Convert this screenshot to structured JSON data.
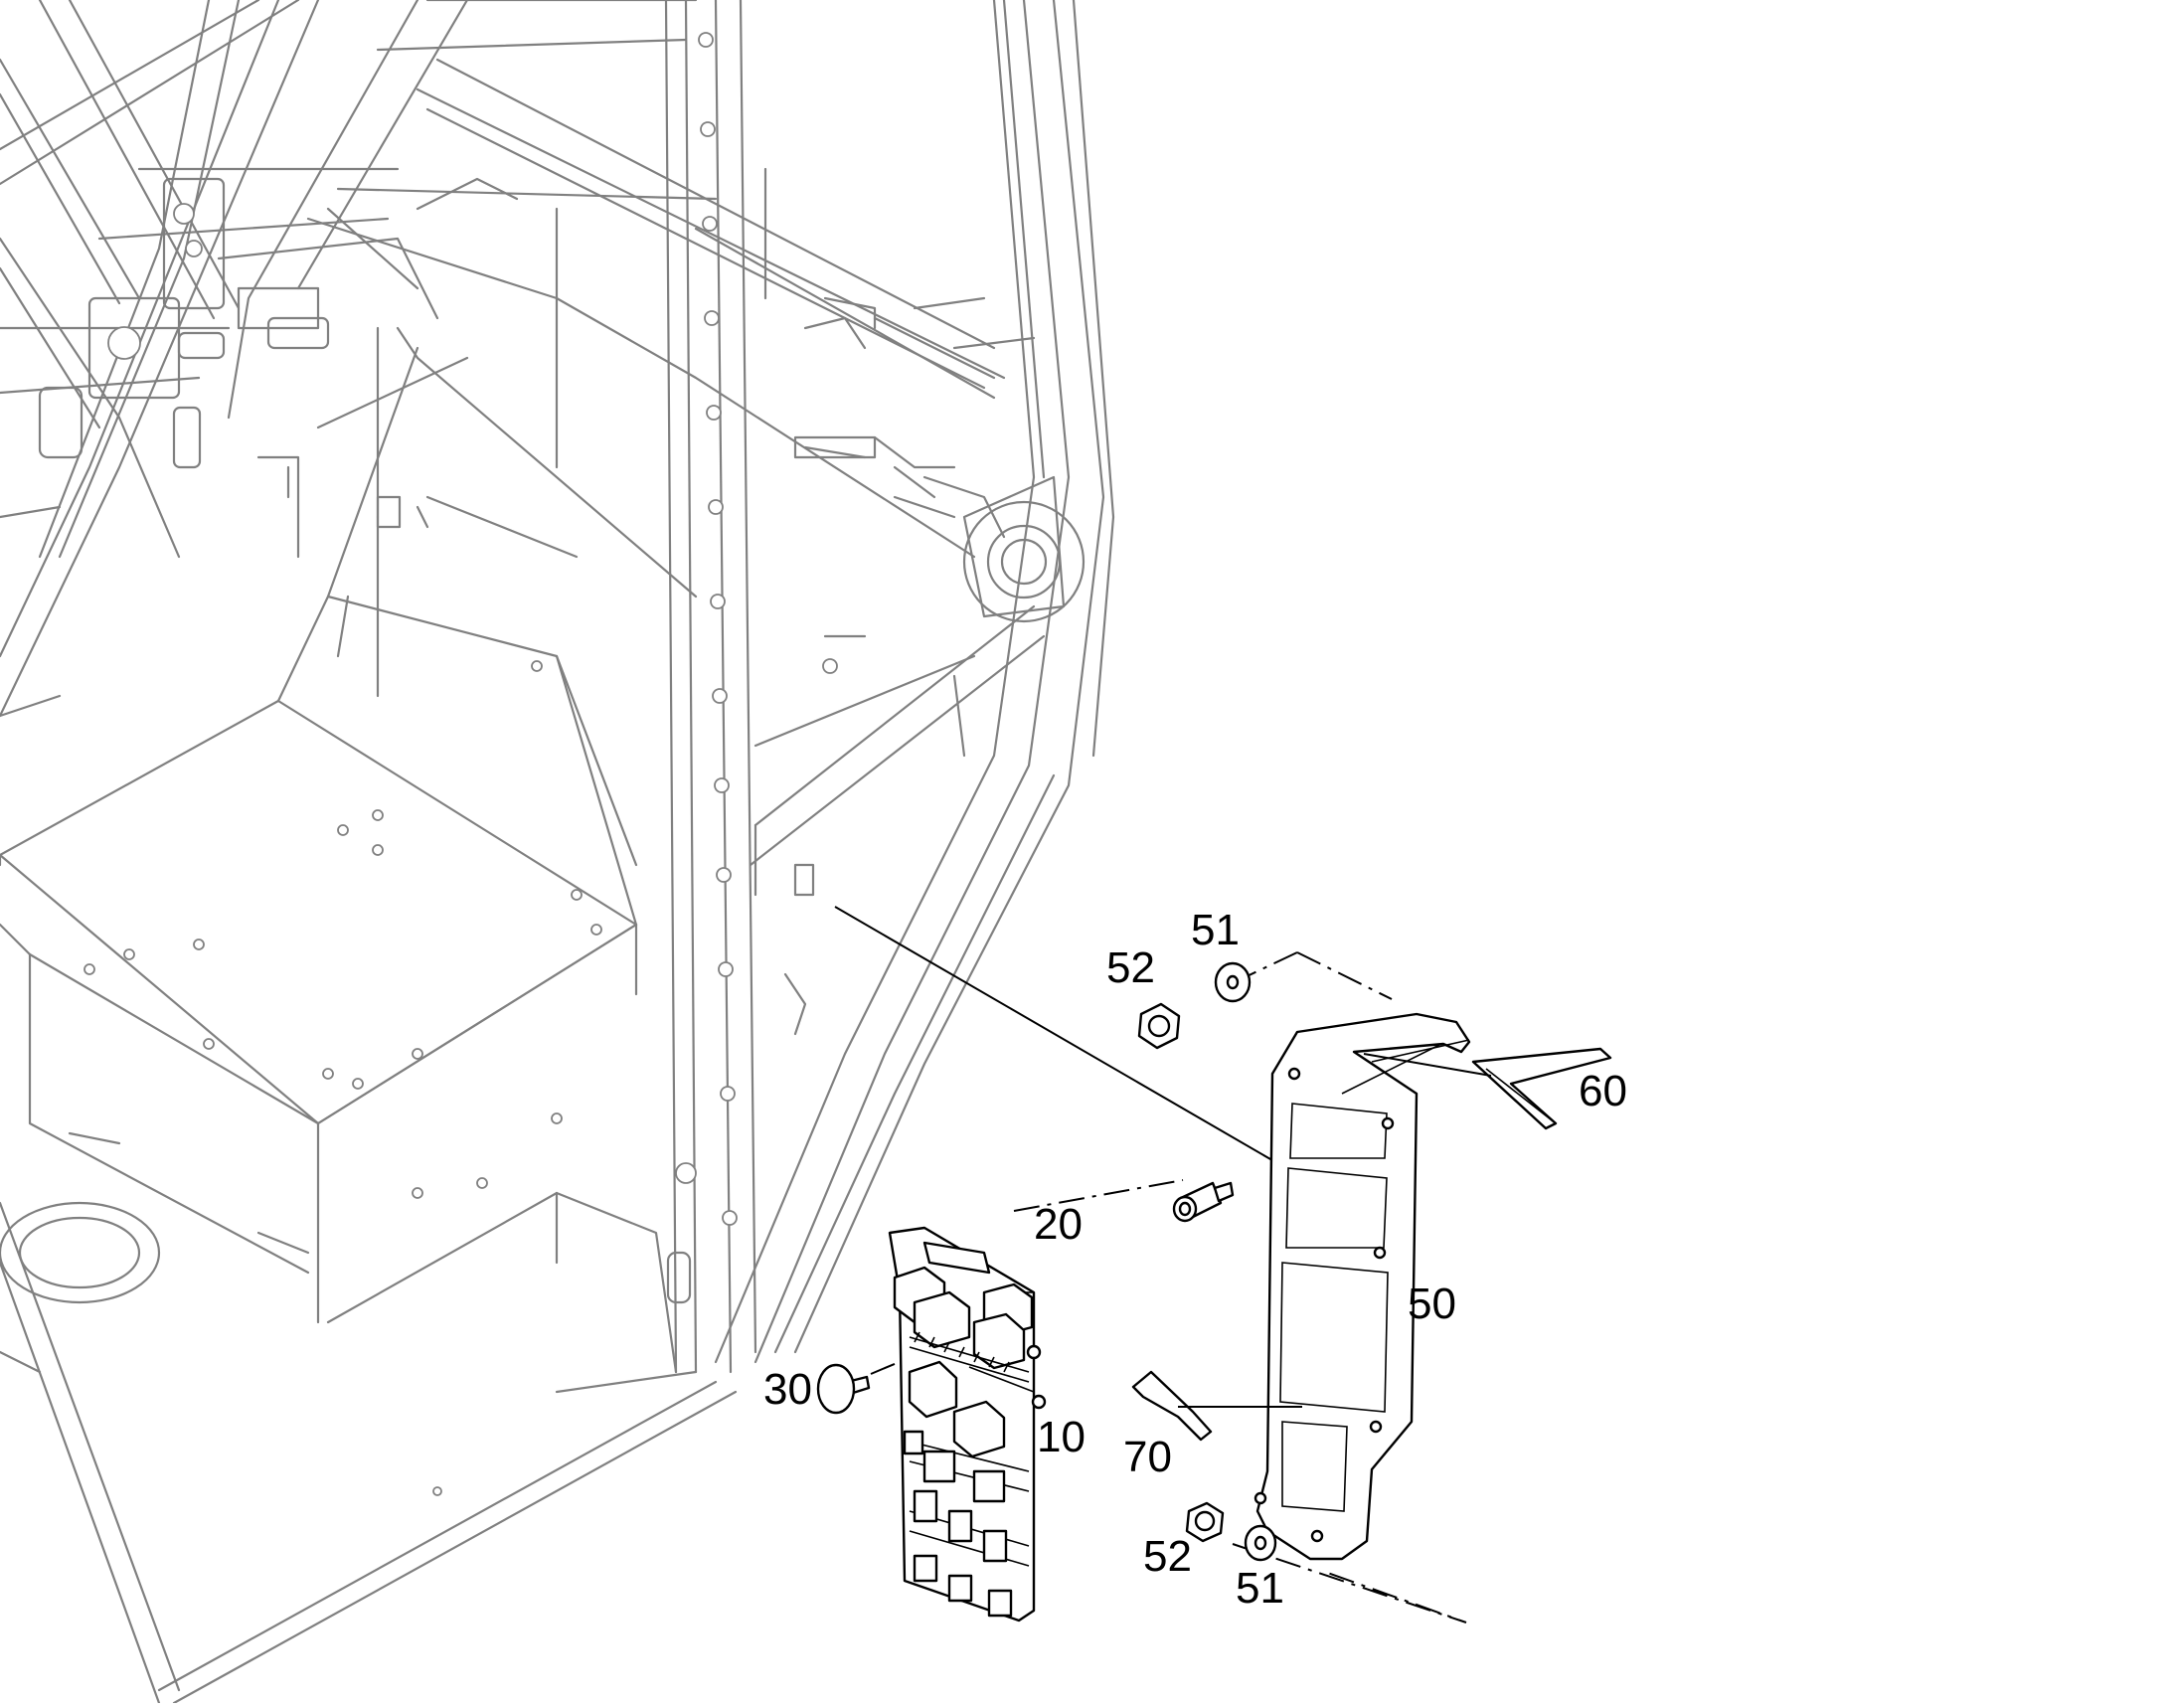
{
  "callouts": {
    "c10": "10",
    "c20": "20",
    "c30": "30",
    "c50": "50",
    "c51_top": "51",
    "c51_bottom": "51",
    "c52_top": "52",
    "c52_bottom": "52",
    "c60": "60",
    "c70": "70"
  },
  "colors": {
    "frame_line": "#808080",
    "part_line": "#000000",
    "background": "#ffffff"
  }
}
